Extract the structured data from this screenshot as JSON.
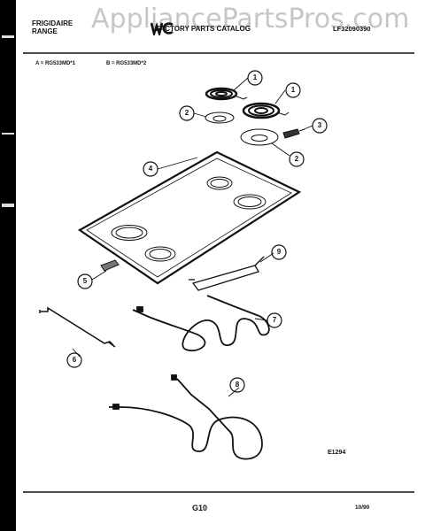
{
  "header": {
    "brand_line1": "FRIGIDAIRE",
    "brand_line2": "RANGE",
    "catalog_title": "FACTORY PARTS CATALOG",
    "catalog_code": "LF32090390"
  },
  "watermark": "AppliancePartsPros.com",
  "models": {
    "a": "A = RG533MD*1",
    "b": "B = RG533MD*2"
  },
  "callouts": [
    "1",
    "1",
    "2",
    "2",
    "3",
    "4",
    "5",
    "6",
    "7",
    "8",
    "9"
  ],
  "footer": {
    "illustration_code": "E1294",
    "page_number": "G10",
    "date_code": "10/90"
  }
}
